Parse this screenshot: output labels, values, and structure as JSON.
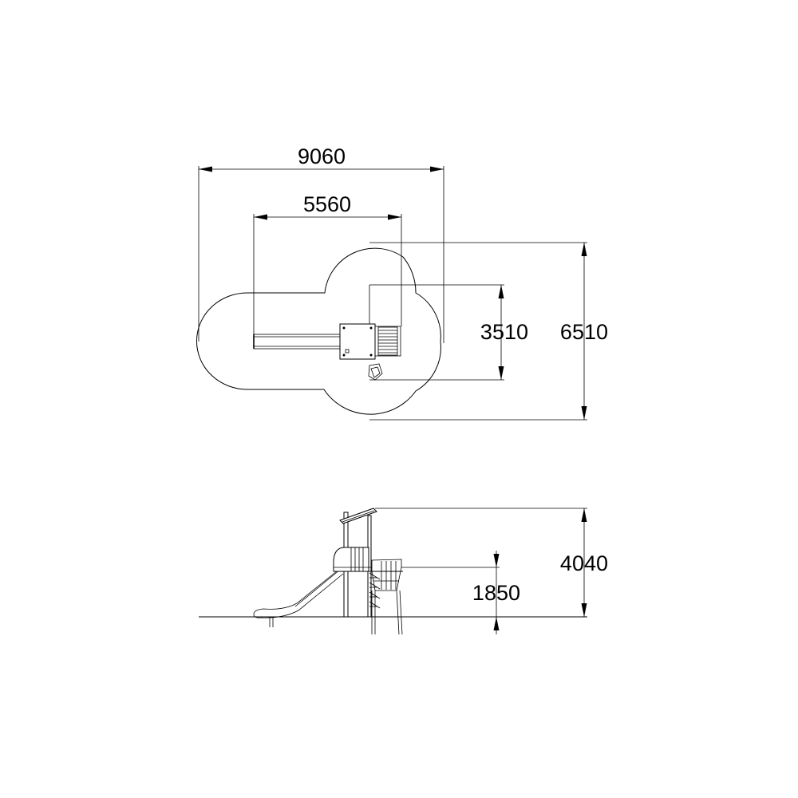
{
  "plan_view": {
    "dimensions": {
      "overall_width": "9060",
      "structure_width": "5560",
      "structure_depth": "3510",
      "overall_depth": "6510"
    }
  },
  "elevation_view": {
    "dimensions": {
      "total_height": "4040",
      "platform_height": "1850"
    }
  }
}
